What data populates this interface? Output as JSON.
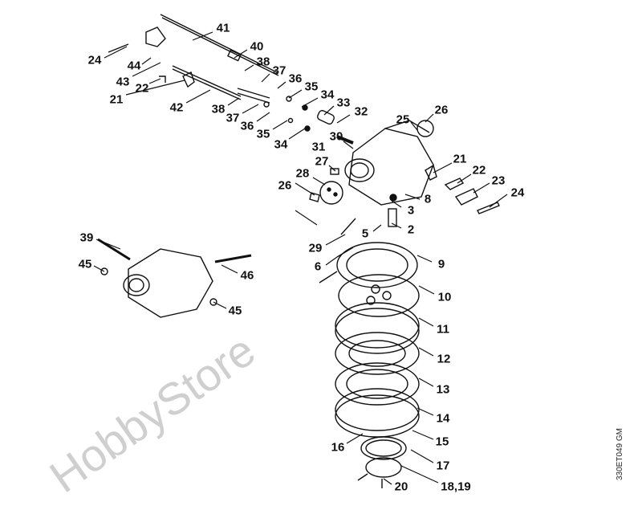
{
  "diagram": {
    "watermark": "HobbyStore",
    "drawing_code": "330ET049 GM",
    "callouts": [
      "41",
      "40",
      "24",
      "44",
      "38",
      "43",
      "37",
      "22",
      "36",
      "21",
      "35",
      "42",
      "34",
      "38",
      "33",
      "37",
      "32",
      "36",
      "35",
      "34",
      "26",
      "25",
      "30",
      "31",
      "27",
      "28",
      "26",
      "21",
      "22",
      "23",
      "24",
      "8",
      "3",
      "2",
      "5",
      "39",
      "29",
      "45",
      "9",
      "6",
      "46",
      "10",
      "45",
      "11",
      "12",
      "13",
      "14",
      "15",
      "16",
      "17",
      "18,19",
      "20"
    ]
  }
}
